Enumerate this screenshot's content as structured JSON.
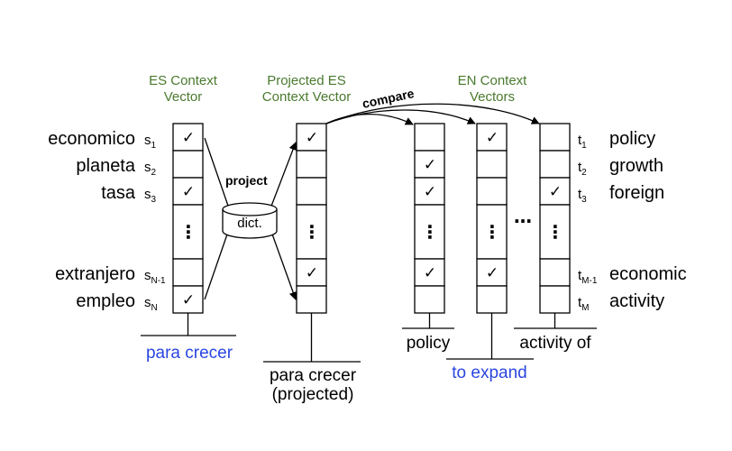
{
  "headers": {
    "es_context": [
      "ES Context",
      "Vector"
    ],
    "projected_es": [
      "Projected ES",
      "Context Vector"
    ],
    "en_context": [
      "EN Context",
      "Vectors"
    ]
  },
  "es_words": [
    "economico",
    "planeta",
    "tasa",
    "extranjero",
    "empleo"
  ],
  "es_subscripts": [
    {
      "base": "s",
      "sub": "1"
    },
    {
      "base": "s",
      "sub": "2"
    },
    {
      "base": "s",
      "sub": "3"
    },
    {
      "base": "s",
      "sub": "N-1"
    },
    {
      "base": "s",
      "sub": "N"
    }
  ],
  "en_words": [
    "policy",
    "growth",
    "foreign",
    "economic",
    "activity"
  ],
  "en_subscripts": [
    {
      "base": "t",
      "sub": "1"
    },
    {
      "base": "t",
      "sub": "2"
    },
    {
      "base": "t",
      "sub": "3"
    },
    {
      "base": "t",
      "sub": "M-1"
    },
    {
      "base": "t",
      "sub": "M"
    }
  ],
  "arrow_labels": {
    "project": "project",
    "compare": "compare",
    "dict": "dict."
  },
  "symbols": {
    "check": "✓",
    "vdots": "⋮",
    "hdots": "…"
  },
  "bottom_labels": {
    "para_crecer": "para crecer",
    "para_crecer_projected": [
      "para crecer",
      "(projected)"
    ],
    "policy": "policy",
    "activity_of": "activity of",
    "to_expand": "to expand"
  },
  "colors": {
    "header_green": "#4a7a2e",
    "label_blue": "#2b46e0",
    "line": "#000000"
  }
}
